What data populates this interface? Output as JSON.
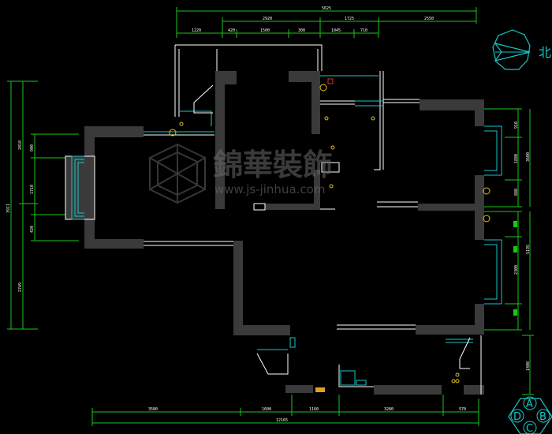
{
  "watermark": {
    "chinese": "錦華裝飾",
    "url": "www.js-jinhua.com"
  },
  "north_label": "北",
  "legend_letters": [
    "A",
    "B",
    "C",
    "D"
  ],
  "dimensions": {
    "top_total": "5625",
    "top_row2": [
      "2920",
      "1725",
      "2550"
    ],
    "top_row3": [
      "1220",
      "420",
      "1500",
      "300",
      "1045",
      "710"
    ],
    "bottom_row1": [
      "3580",
      "1600",
      "1160",
      "3280",
      "570"
    ],
    "bottom_total": "12165",
    "left_total": "3911",
    "left_col2_a": "2818",
    "left_col2_b": "2749",
    "left_col3": [
      "900",
      "1710",
      "420"
    ],
    "right_col1": [
      "3600",
      "1400",
      "5195"
    ],
    "right_col2": [
      "910",
      "1880",
      "880",
      "2300"
    ]
  },
  "colors": {
    "background": "#000000",
    "wall": "#3a3a3a",
    "dimension_line": "#18c818",
    "window": "#19c6c6",
    "fixture": "#e0c020",
    "watermark": "#6a6a6a"
  }
}
